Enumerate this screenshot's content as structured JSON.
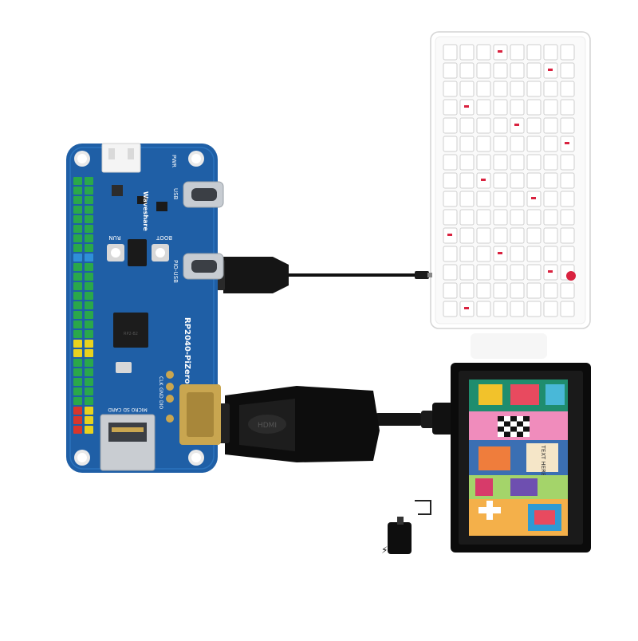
{
  "board": {
    "brand": "Waveshare",
    "model": "RP2040-PiZero",
    "label_pwr": "PWR",
    "label_usb": "USB",
    "label_pio_usb": "PIO-USB",
    "label_boot": "BOOT",
    "label_run": "RUN",
    "label_sd": "MICRO SD CARD",
    "label_clk": "CLK",
    "label_gnd": "GND",
    "label_dio": "DIO",
    "chip_text": "RP2-B2"
  },
  "screen": {
    "image_text": "TEXT HERE"
  },
  "colors": {
    "pcb": "#1f5fa6",
    "pcb_dark": "#173f72",
    "header_green": "#2aa84a",
    "header_yellow": "#e8d21e",
    "header_red": "#d8362b",
    "header_blue": "#2f8fd8",
    "keyboard_body": "#ffffff",
    "keyboard_accent": "#d9223f",
    "cable": "#111111",
    "connector_gold": "#c9a650",
    "usbc_silver": "#c7ccd2"
  }
}
